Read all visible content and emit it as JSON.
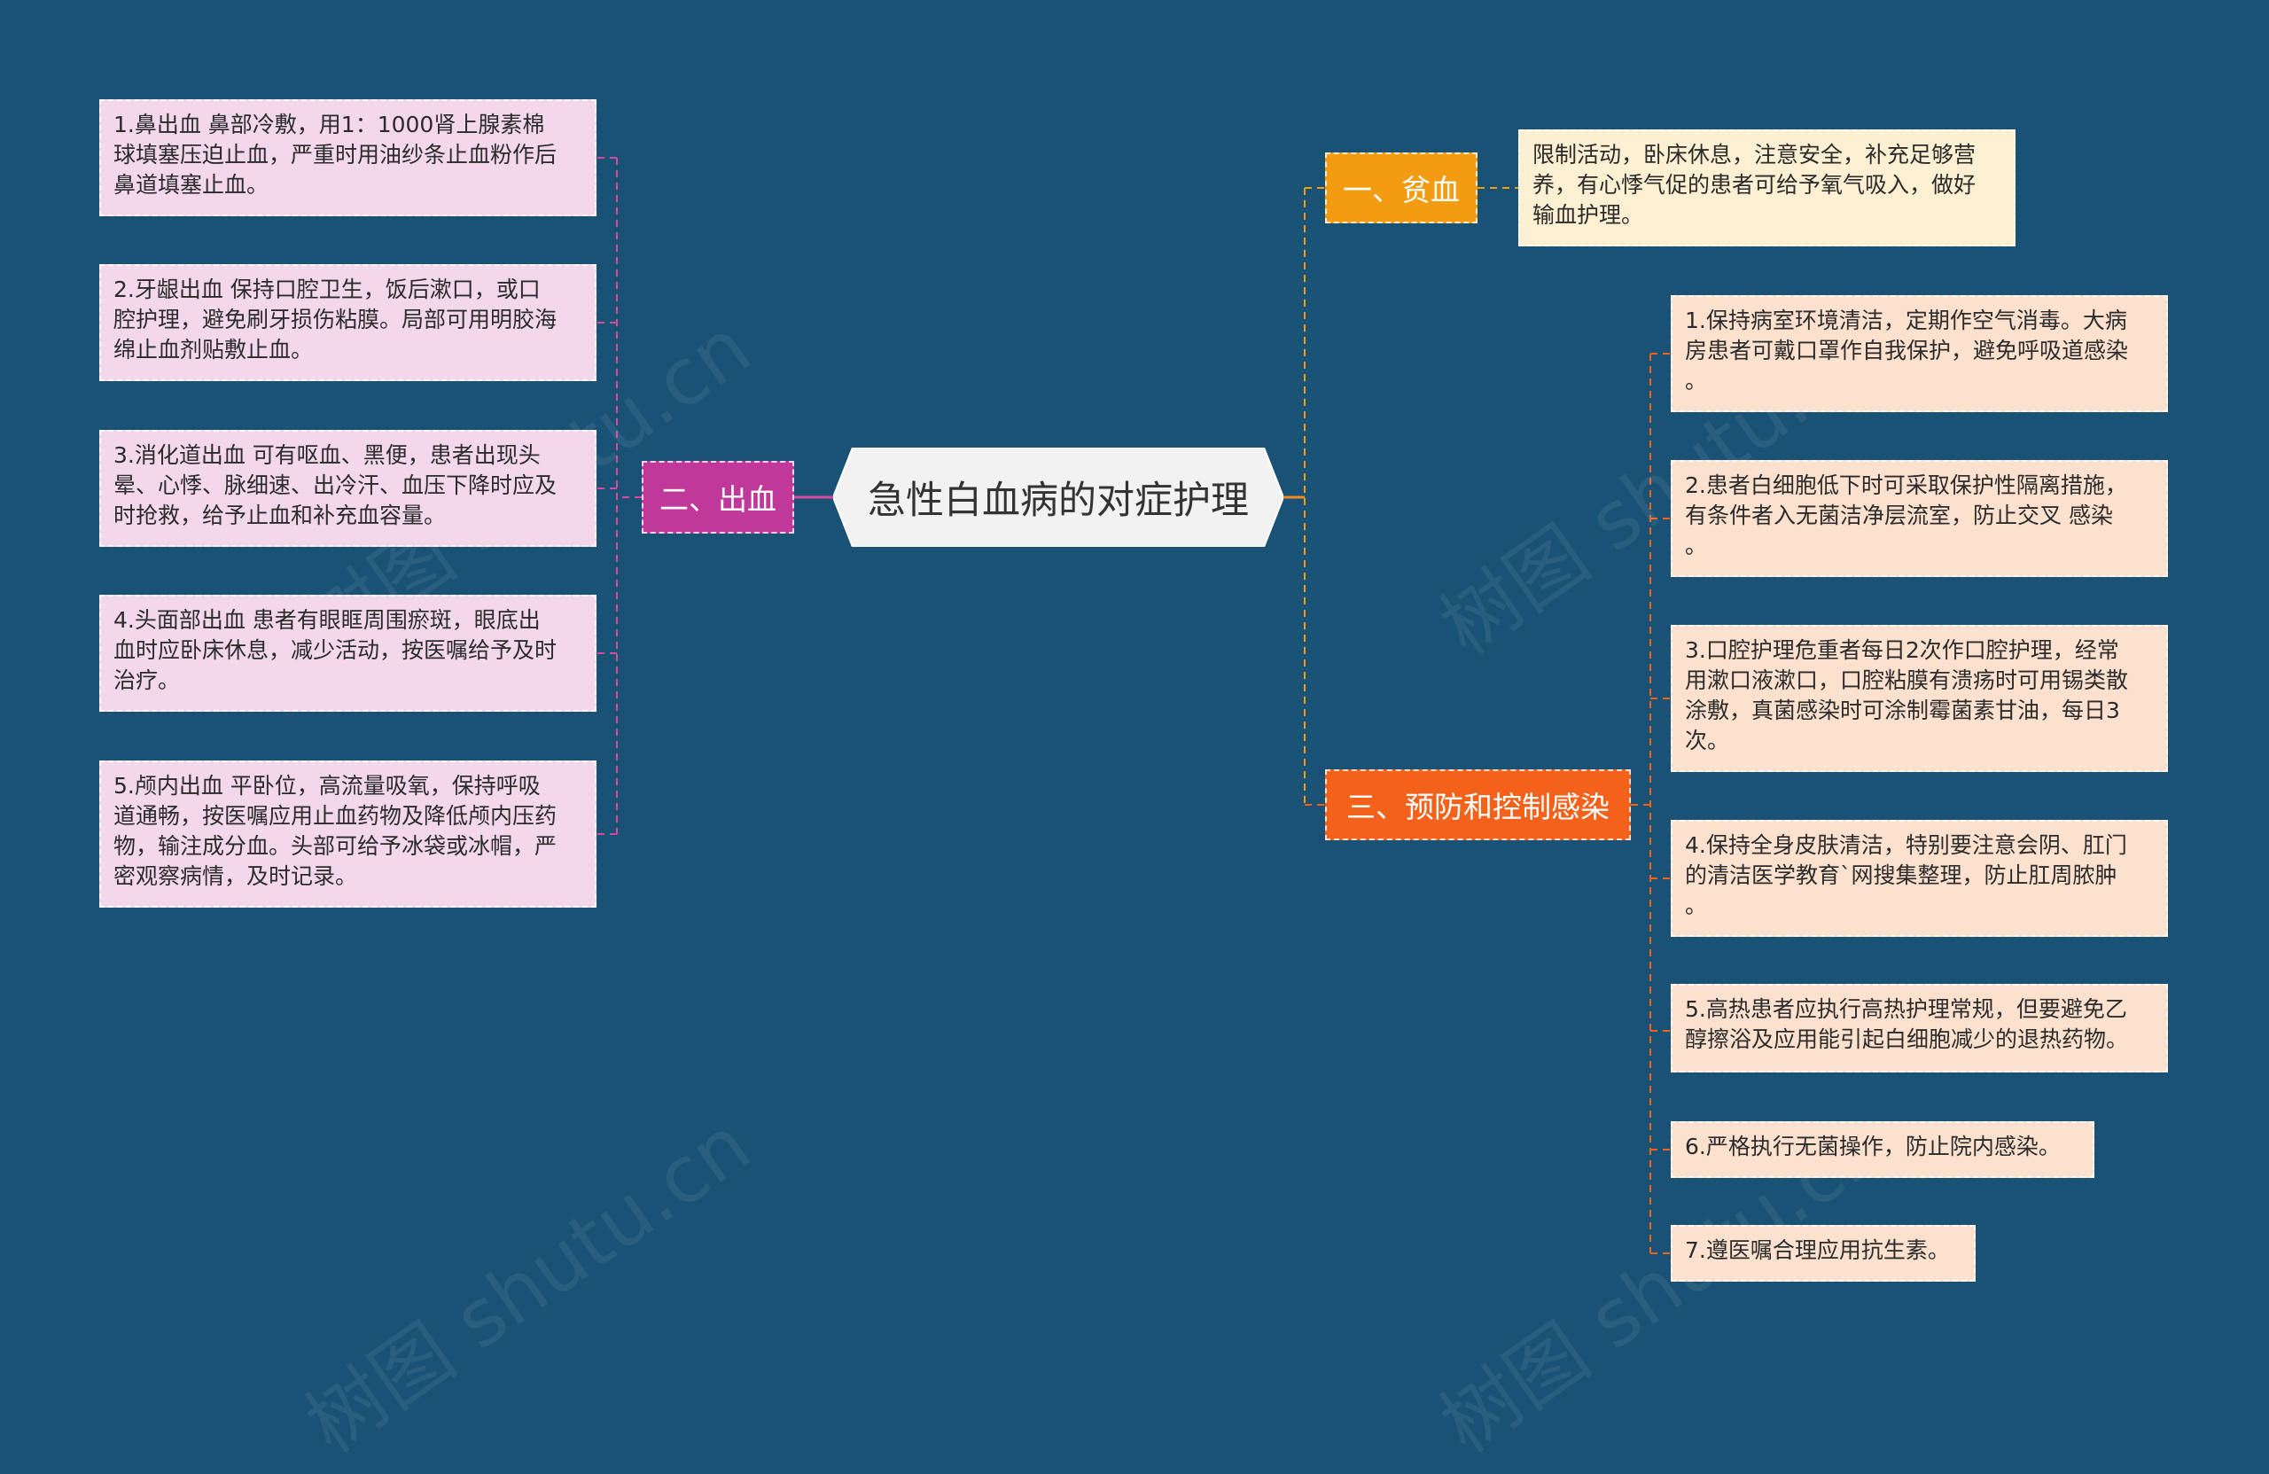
{
  "root": {
    "label": "急性白血病的对症护理"
  },
  "branches": {
    "anemia": {
      "label": "一、贫血",
      "color": "#f39c12",
      "items": [
        "限制活动，卧床休息，注意安全，补充足够营\n养，有心悸气促的患者可给予氧气吸入，做好\n输血护理。"
      ]
    },
    "bleeding": {
      "label": "二、出血",
      "color": "#c0399a",
      "items": [
        "1.鼻出血 鼻部冷敷，用1：1000肾上腺素棉\n球填塞压迫止血，严重时用油纱条止血粉作后\n鼻道填塞止血。",
        "2.牙龈出血 保持口腔卫生，饭后漱口，或口\n腔护理，避免刷牙损伤粘膜。局部可用明胶海\n绵止血剂贴敷止血。",
        "3.消化道出血 可有呕血、黑便，患者出现头\n晕、心悸、脉细速、出冷汗、血压下降时应及\n时抢救，给予止血和补充血容量。",
        "4.头面部出血 患者有眼眶周围瘀斑，眼底出\n血时应卧床休息，减少活动，按医嘱给予及时\n治疗。",
        "5.颅内出血 平卧位，高流量吸氧，保持呼吸\n道通畅，按医嘱应用止血药物及降低颅内压药\n物，输注成分血。头部可给予冰袋或冰帽，严\n密观察病情，及时记录。"
      ]
    },
    "infection": {
      "label": "三、预防和控制感染",
      "color": "#f4611a",
      "items": [
        "1.保持病室环境清洁，定期作空气消毒。大病\n房患者可戴口罩作自我保护，避免呼吸道感染\n。",
        "2.患者白细胞低下时可采取保护性隔离措施，\n有条件者入无菌洁净层流室，防止交叉 感染\n。",
        "3.口腔护理危重者每日2次作口腔护理，经常\n用漱口液漱口，口腔粘膜有溃疡时可用锡类散\n涂敷，真菌感染时可涂制霉菌素甘油，每日3\n次。",
        "4.保持全身皮肤清洁，特别要注意会阴、肛门\n的清洁医学教育`网搜集整理，防止肛周脓肿\n。",
        "5.高热患者应执行高热护理常规，但要避免乙\n醇擦浴及应用能引起白细胞减少的退热药物。",
        "6.严格执行无菌操作，防止院内感染。",
        "7.遵医嘱合理应用抗生素。"
      ]
    }
  },
  "colors": {
    "background": "#1a5276",
    "root_fill": "#f2f2f2",
    "connector_pink": "#d64a9f",
    "connector_orange": "#f08a24"
  },
  "watermark": "树图 shutu.cn"
}
